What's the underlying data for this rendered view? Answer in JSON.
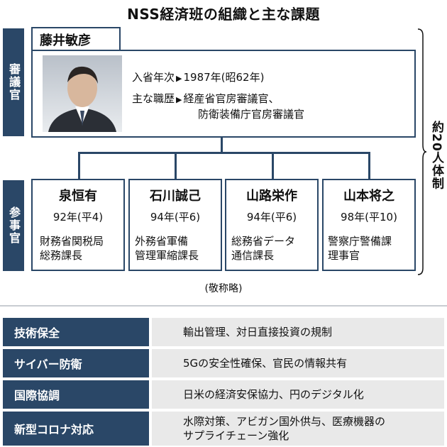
{
  "title": "NSS経済班の組織と主な課題",
  "chief": {
    "role_label": "審議官",
    "name": "藤井敏彦",
    "entry_label": "入省年次",
    "entry_value": "1987年(昭62年)",
    "career_label": "主な職歴",
    "career_line1": "経産省官房審議官、",
    "career_line2": "防衛装備庁官房審議官"
  },
  "staff": {
    "role_label": "参事官",
    "members": [
      {
        "name": "泉恒有",
        "year": "92年(平4)",
        "role1": "財務省関税局",
        "role2": "総務課長"
      },
      {
        "name": "石川誠己",
        "year": "94年(平6)",
        "role1": "外務省軍備",
        "role2": "管理軍縮課長"
      },
      {
        "name": "山路栄作",
        "year": "94年(平6)",
        "role1": "総務省データ",
        "role2": "通信課長"
      },
      {
        "name": "山本将之",
        "year": "98年(平10)",
        "role1": "警察庁警備課",
        "role2": "理事官"
      }
    ]
  },
  "headcount": "約20人体制",
  "honorific_note": "(敬称略)",
  "issues": [
    {
      "key": "技術保全",
      "value1": "輸出管理、対日直接投資の規制",
      "value2": ""
    },
    {
      "key": "サイバー防衛",
      "value1": "5Gの安全性確保、官民の情報共有",
      "value2": ""
    },
    {
      "key": "国際協調",
      "value1": "日米の経済安保協力、円のデジタル化",
      "value2": ""
    },
    {
      "key": "新型コロナ対応",
      "value1": "水際対策、アビガン国外供与、医療機器の",
      "value2": "サプライチェーン強化"
    }
  ],
  "colors": {
    "navy": "#2a4767",
    "row_bg": "#e9e9e9"
  },
  "icons": {
    "arrow": "triangle-right-icon",
    "bracket": "brace-icon"
  }
}
